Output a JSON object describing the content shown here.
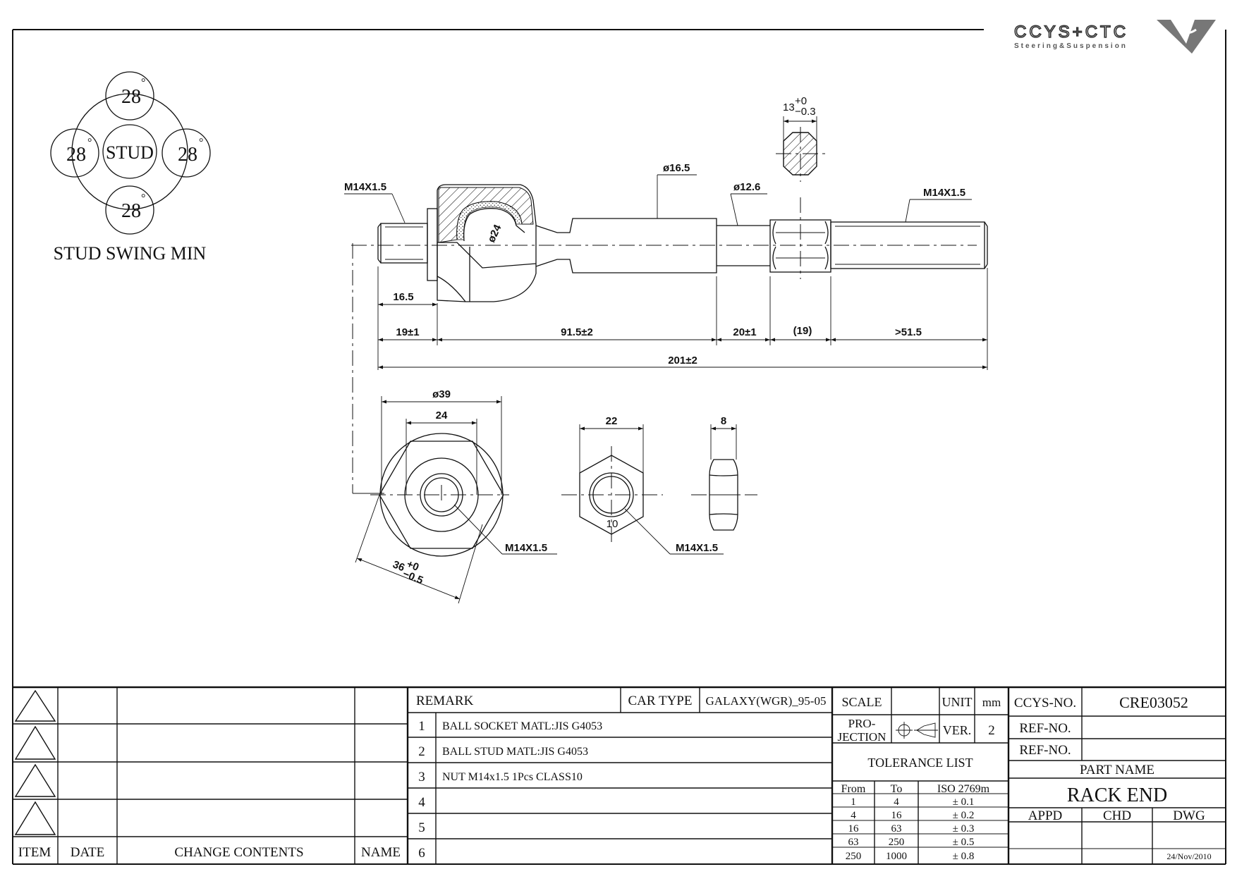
{
  "logo": {
    "brand": "CCYS+CTC",
    "tagline": "Steering&Suspension"
  },
  "swing": {
    "center": "STUD",
    "angles": [
      "28",
      "28",
      "28",
      "28"
    ],
    "degree_mark": "°",
    "caption": "STUD SWING MIN"
  },
  "dims": {
    "thread_left": "M14X1.5",
    "thread_right": "M14X1.5",
    "dia_body": "ø16.5",
    "dia_neck": "ø12.6",
    "dia_ball": "ø24",
    "flat_base": "13",
    "flat_upper": "+0",
    "flat_lower": "−0.3",
    "d_16_5": "16.5",
    "d_19": "19±1",
    "d_91_5": "91.5±2",
    "d_20": "20±1",
    "d_19ref": "(19)",
    "d_51_5": ">51.5",
    "d_total": "201±2",
    "socket_dia": "ø39",
    "socket_24": "24",
    "socket_across_base": "36",
    "socket_across_upper": "+0",
    "socket_across_lower": "−0.5",
    "socket_thread": "M14X1.5",
    "nut_22": "22",
    "nut_mark": "10",
    "nut_thread": "M14X1.5",
    "nut_8": "8"
  },
  "revisions": {
    "triangles": 4,
    "headers": {
      "item": "ITEM",
      "date": "DATE",
      "change": "CHANGE CONTENTS",
      "name": "NAME"
    }
  },
  "remarks": {
    "header": "REMARK",
    "car_type_label": "CAR TYPE",
    "car_type_value": "GALAXY(WGR)_95-05",
    "items": [
      {
        "no": "1",
        "text": "BALL SOCKET MATL:JIS G4053"
      },
      {
        "no": "2",
        "text": "BALL STUD MATL:JIS G4053"
      },
      {
        "no": "3",
        "text": "NUT M14x1.5 1Pcs CLASS10"
      },
      {
        "no": "4",
        "text": ""
      },
      {
        "no": "5",
        "text": ""
      },
      {
        "no": "6",
        "text": ""
      }
    ]
  },
  "spec": {
    "scale_label": "SCALE",
    "scale_value": "",
    "unit_label": "UNIT",
    "unit_value": "mm",
    "projection_label_1": "PRO-",
    "projection_label_2": "JECTION",
    "ver_label": "VER.",
    "ver_value": "2",
    "tolerance_title": "TOLERANCE LIST",
    "tol_headers": [
      "From",
      "To",
      "ISO 2769m"
    ],
    "tol_rows": [
      [
        "1",
        "4",
        "± 0.1"
      ],
      [
        "4",
        "16",
        "± 0.2"
      ],
      [
        "16",
        "63",
        "± 0.3"
      ],
      [
        "63",
        "250",
        "± 0.5"
      ],
      [
        "250",
        "1000",
        "± 0.8"
      ]
    ]
  },
  "title_block": {
    "ccys_label": "CCYS-NO.",
    "ccys_value": "CRE03052",
    "ref1_label": "REF-NO.",
    "ref1_value": "",
    "ref2_label": "REF-NO.",
    "ref2_value": "",
    "part_name_label": "PART NAME",
    "part_name_value": "RACK END",
    "appd": "APPD",
    "chd": "CHD",
    "dwg": "DWG",
    "date": "24/Nov/2010"
  }
}
